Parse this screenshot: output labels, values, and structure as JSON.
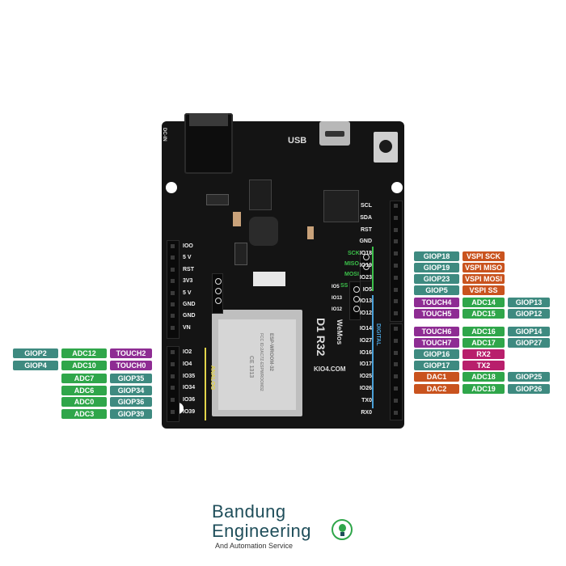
{
  "board": {
    "usb_label": "USB",
    "model_label": "D1 R32",
    "wemos_label": "WeMos",
    "site_label": "KIO4.COM",
    "dc_label": "DC-IN",
    "analog_label": "ANALOG",
    "digital_label": "DIGITAL",
    "sck_label": "SCK",
    "miso_label": "MISO",
    "mosi_label": "MOSI",
    "ss_label": "SS",
    "chip_label": "ESP-WROOM-32",
    "chip_fcc": "FCC ID:2AC7Z-ESPWROOM32",
    "chip_ce": "CE 1313",
    "side_pins": [
      "IO5",
      "IO13",
      "IO12"
    ],
    "power_pins": [
      "IOO",
      "5 V",
      "RST",
      "3V3",
      "5 V",
      "GND",
      "GND",
      "VN"
    ],
    "analog_pins": [
      "IO2",
      "IO4",
      "IO35",
      "IO34",
      "IO36",
      "IO39"
    ],
    "top_right_pins": [
      "SCL",
      "SDA",
      "RST",
      "GND",
      "IO18",
      "IO19",
      "IO23",
      "IO5",
      "IO13",
      "IO12"
    ],
    "digital_pins": [
      "IO14",
      "IO27",
      "IO16",
      "IO17",
      "IO25",
      "IO26",
      "TX0",
      "RX0"
    ]
  },
  "left_labels": [
    [
      {
        "text": "GIOP2",
        "c": "teal"
      },
      {
        "text": "ADC12",
        "c": "green"
      },
      {
        "text": "TOUCH2",
        "c": "purple"
      }
    ],
    [
      {
        "text": "GIOP4",
        "c": "teal"
      },
      {
        "text": "ADC10",
        "c": "green"
      },
      {
        "text": "TOUCH0",
        "c": "purple"
      }
    ],
    [
      {
        "text": "ADC7",
        "c": "green"
      },
      {
        "text": "GIOP35",
        "c": "teal"
      }
    ],
    [
      {
        "text": "ADC6",
        "c": "green"
      },
      {
        "text": "GIOP34",
        "c": "teal"
      }
    ],
    [
      {
        "text": "ADC0",
        "c": "green"
      },
      {
        "text": "GIOP36",
        "c": "teal"
      }
    ],
    [
      {
        "text": "ADC3",
        "c": "green"
      },
      {
        "text": "GIOP39",
        "c": "teal"
      }
    ]
  ],
  "right_labels": [
    [
      {
        "text": "GIOP18",
        "c": "teal"
      },
      {
        "text": "VSPI SCK",
        "c": "orange"
      }
    ],
    [
      {
        "text": "GIOP19",
        "c": "teal"
      },
      {
        "text": "VSPI MISO",
        "c": "orange"
      }
    ],
    [
      {
        "text": "GIOP23",
        "c": "teal"
      },
      {
        "text": "VSPI MOSI",
        "c": "orange"
      }
    ],
    [
      {
        "text": "GIOP5",
        "c": "teal"
      },
      {
        "text": "VSPI SS",
        "c": "orange"
      }
    ],
    [
      {
        "text": "TOUCH4",
        "c": "purple"
      },
      {
        "text": "ADC14",
        "c": "green"
      },
      {
        "text": "GIOP13",
        "c": "teal"
      }
    ],
    [
      {
        "text": "TOUCH5",
        "c": "purple"
      },
      {
        "text": "ADC15",
        "c": "green"
      },
      {
        "text": "GIOP12",
        "c": "teal"
      }
    ],
    [
      {
        "text": "TOUCH6",
        "c": "purple"
      },
      {
        "text": "ADC16",
        "c": "green"
      },
      {
        "text": "GIOP14",
        "c": "teal"
      }
    ],
    [
      {
        "text": "TOUCH7",
        "c": "purple"
      },
      {
        "text": "ADC17",
        "c": "green"
      },
      {
        "text": "GIOP27",
        "c": "teal"
      }
    ],
    [
      {
        "text": "GIOP16",
        "c": "teal"
      },
      {
        "text": "RX2",
        "c": "magenta"
      }
    ],
    [
      {
        "text": "GIOP17",
        "c": "teal"
      },
      {
        "text": "TX2",
        "c": "magenta"
      }
    ],
    [
      {
        "text": "DAC1",
        "c": "orange"
      },
      {
        "text": "ADC18",
        "c": "green"
      },
      {
        "text": "GIOP25",
        "c": "teal"
      }
    ],
    [
      {
        "text": "DAC2",
        "c": "orange"
      },
      {
        "text": "ADC19",
        "c": "green"
      },
      {
        "text": "GIOP26",
        "c": "teal"
      }
    ]
  ],
  "brand": {
    "line1": "Bandung",
    "line2": "Engineering",
    "tagline": "And Automation Service"
  }
}
